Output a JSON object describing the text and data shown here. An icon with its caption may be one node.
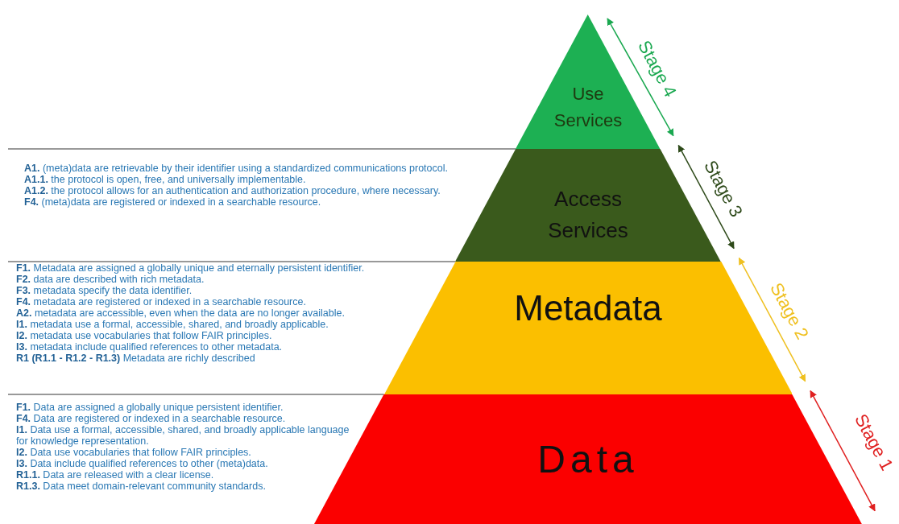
{
  "diagram": {
    "nodes": [
      {
        "text": [
          "Use Services"
        ],
        "beside": [
          "Stage 4"
        ]
      },
      {
        "text": [
          "Access Services"
        ],
        "beside": [
          "Stage 3"
        ]
      },
      {
        "text": [
          "Metadata"
        ],
        "beside": [
          "Stage 2"
        ]
      },
      {
        "text": [
          "Data"
        ],
        "beside": [
          "Stage 1"
        ]
      }
    ],
    "edges": [],
    "labels": [
      "**A1.** (meta)data are retrievable by their identifier using a standardized communications protocol.",
      "**A1.1.** the protocol is open, free, and universally implementable.",
      "**A1.2.** the protocol allows for an authentication and authorization procedure, where necessary.",
      "**F4.** (meta)data are registered or indexed in a searchable resource.",
      "**F1.** Metadata are assigned a globally unique and eternally persistent identifier.",
      "**F2.** data are described with rich metadata.",
      "**F3.** metadata specify the data identifier.",
      "**F4.** metadata are registered or indexed in a searchable resource.",
      "**A2.** metadata are accessible, even when the data are no longer available.",
      "**I1.** metadata use a formal, accessible, shared, and broadly applicable.",
      "**I2.** metadata use vocabularies that follow FAIR principles.",
      "**I3.** metadata include qualified references to other metadata.",
      "**R1 (R1.1 - R1.2 - R1.3)** Metadata are richly described",
      "**F1.** Data are assigned a globally unique persistent identifier.",
      "**F4.** Data are registered or indexed in a searchable resource.",
      "**I1.** Data use a formal, accessible, shared, and broadly applicable language for knowledge representation.",
      "**I2.** Data use vocabularies that follow FAIR principles.",
      "**I3.** Data include qualified references to other (meta)data.",
      "**R1.1.** Data are released with a clear license.",
      "**R1.3.** Data meet domain-relevant community standards."
    ]
  }
}
